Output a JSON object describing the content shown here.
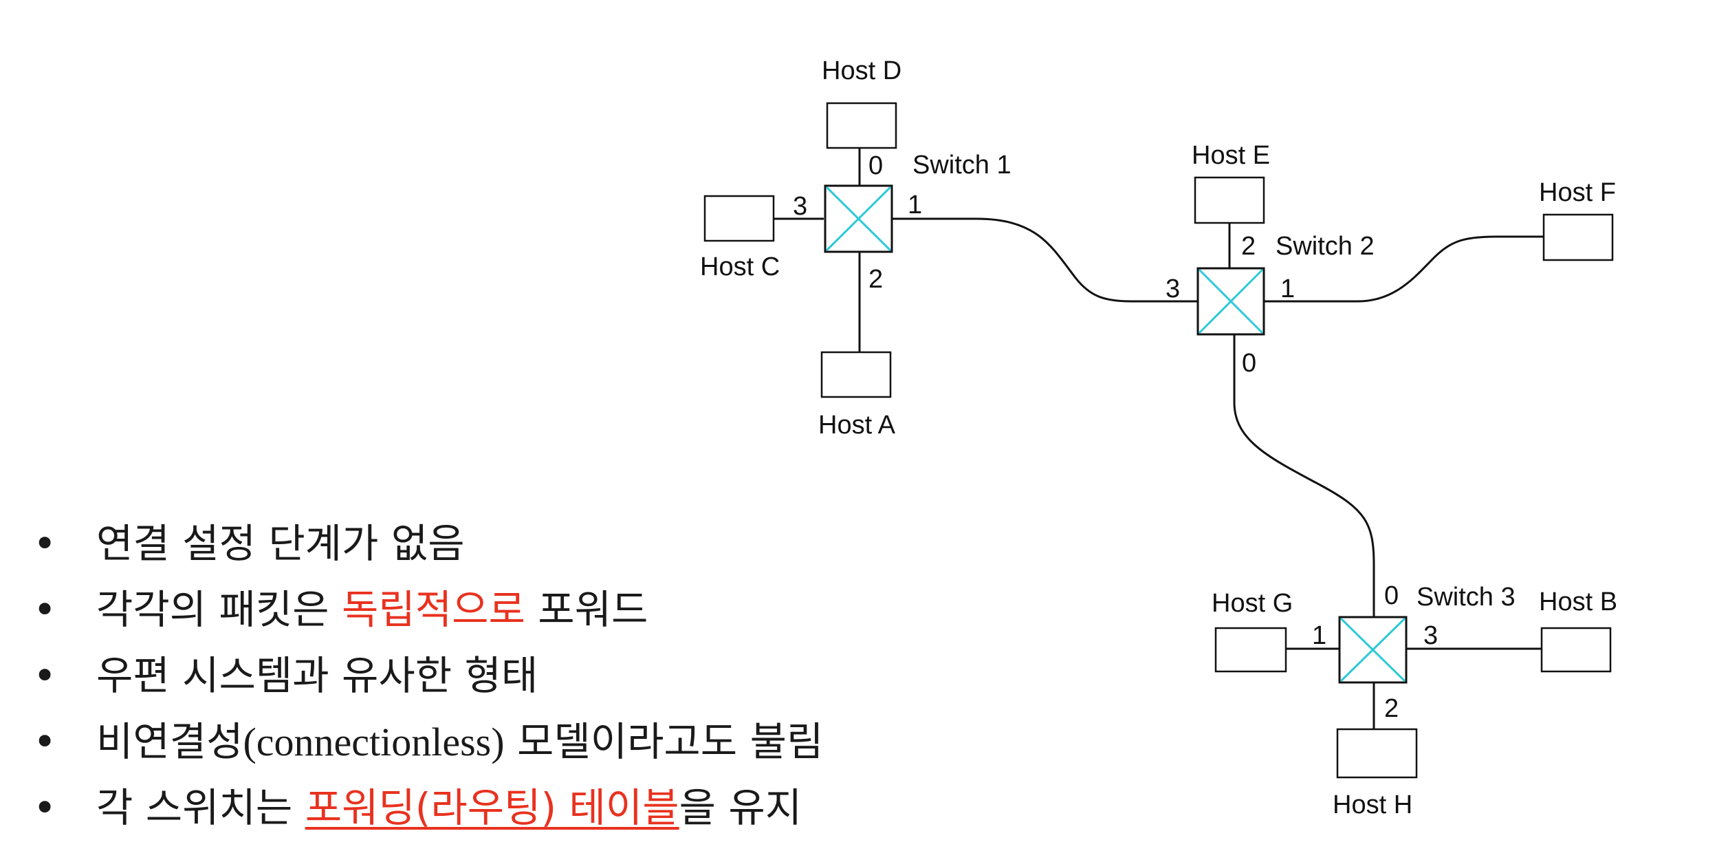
{
  "diagram": {
    "switches": [
      {
        "id": "s1",
        "label": "Switch 1",
        "ports": {
          "p0": "0",
          "p1": "1",
          "p2": "2",
          "p3": "3"
        }
      },
      {
        "id": "s2",
        "label": "Switch 2",
        "ports": {
          "p0": "0",
          "p1": "1",
          "p2": "2",
          "p3": "3"
        }
      },
      {
        "id": "s3",
        "label": "Switch 3",
        "ports": {
          "p0": "0",
          "p1": "1",
          "p2": "2",
          "p3": "3"
        }
      }
    ],
    "hosts": {
      "a": "Host A",
      "b": "Host B",
      "c": "Host C",
      "d": "Host D",
      "e": "Host E",
      "f": "Host F",
      "g": "Host G",
      "h": "Host H"
    },
    "colors": {
      "switch_cross": "#2ec9d8",
      "highlight": "#e8321f"
    }
  },
  "bullets": [
    {
      "text": "연결 설정 단계가 없음"
    },
    {
      "before": "각각의 패킷은 ",
      "highlight": "독립적으로",
      "after": " 포워드"
    },
    {
      "text": "우편 시스템과 유사한 형태"
    },
    {
      "before": "비연결성",
      "serif": "(connectionless)",
      "after": " 모델이라고도 불림"
    },
    {
      "before": "각 스위치는 ",
      "highlight": "포워딩(라우팅) 테이블",
      "after": "을 유지"
    }
  ],
  "bullet_symbol": "•"
}
